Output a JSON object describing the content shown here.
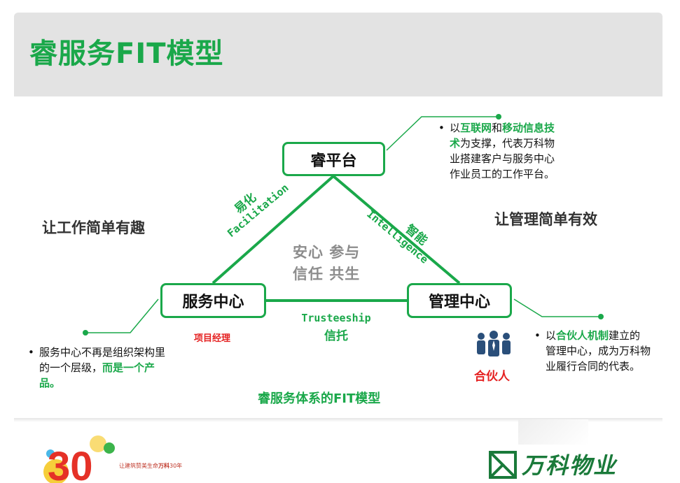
{
  "title": "睿服务FIT模型",
  "nodes": {
    "top": "睿平台",
    "left": "服务中心",
    "right": "管理中心"
  },
  "side_text": {
    "left": "让工作简单有趣",
    "right": "让管理简单有效"
  },
  "center": {
    "line1": "安心  参与",
    "line2": "信任  共生"
  },
  "edges": {
    "left": {
      "cn": "易化",
      "en": "Facilitation"
    },
    "right": {
      "cn": "智能",
      "en": "Intelligence"
    },
    "bottom": {
      "cn": "信托",
      "en": "Trusteeship"
    }
  },
  "labels": {
    "project_manager": "项目经理",
    "partner": "合伙人",
    "caption": "睿服务体系的FIT模型"
  },
  "bullets": {
    "top": {
      "marker": "•",
      "p1": "以",
      "g1": "互联网",
      "p2": "和",
      "g2": "移动信息技术",
      "p3": "为支撑，代表万科物业搭建客户与服务中心作业员工的工作平台。"
    },
    "left": {
      "marker": "•",
      "p1": "服务中心不再是组织架构里的一个层级，",
      "g1": "而是一个产品。"
    },
    "right": {
      "marker": "•",
      "p1": "以",
      "g1": "合伙人机制",
      "p2": "建立的管理中心，成为万科物业履行合同的代表。"
    }
  },
  "footer": {
    "anniversary": "30",
    "slogan_prefix": "让建筑赞美生命",
    "slogan_brand": "万科",
    "slogan_suffix": "30年",
    "brand_name": "万科物业"
  },
  "colors": {
    "accent_green": "#1aa84a",
    "red": "#e52222",
    "header_bg": "#e3e3e3",
    "brand_green": "#1a7a3a"
  },
  "icons": [
    "people-icon",
    "anniversary-30-logo",
    "vanke-logo-icon"
  ]
}
